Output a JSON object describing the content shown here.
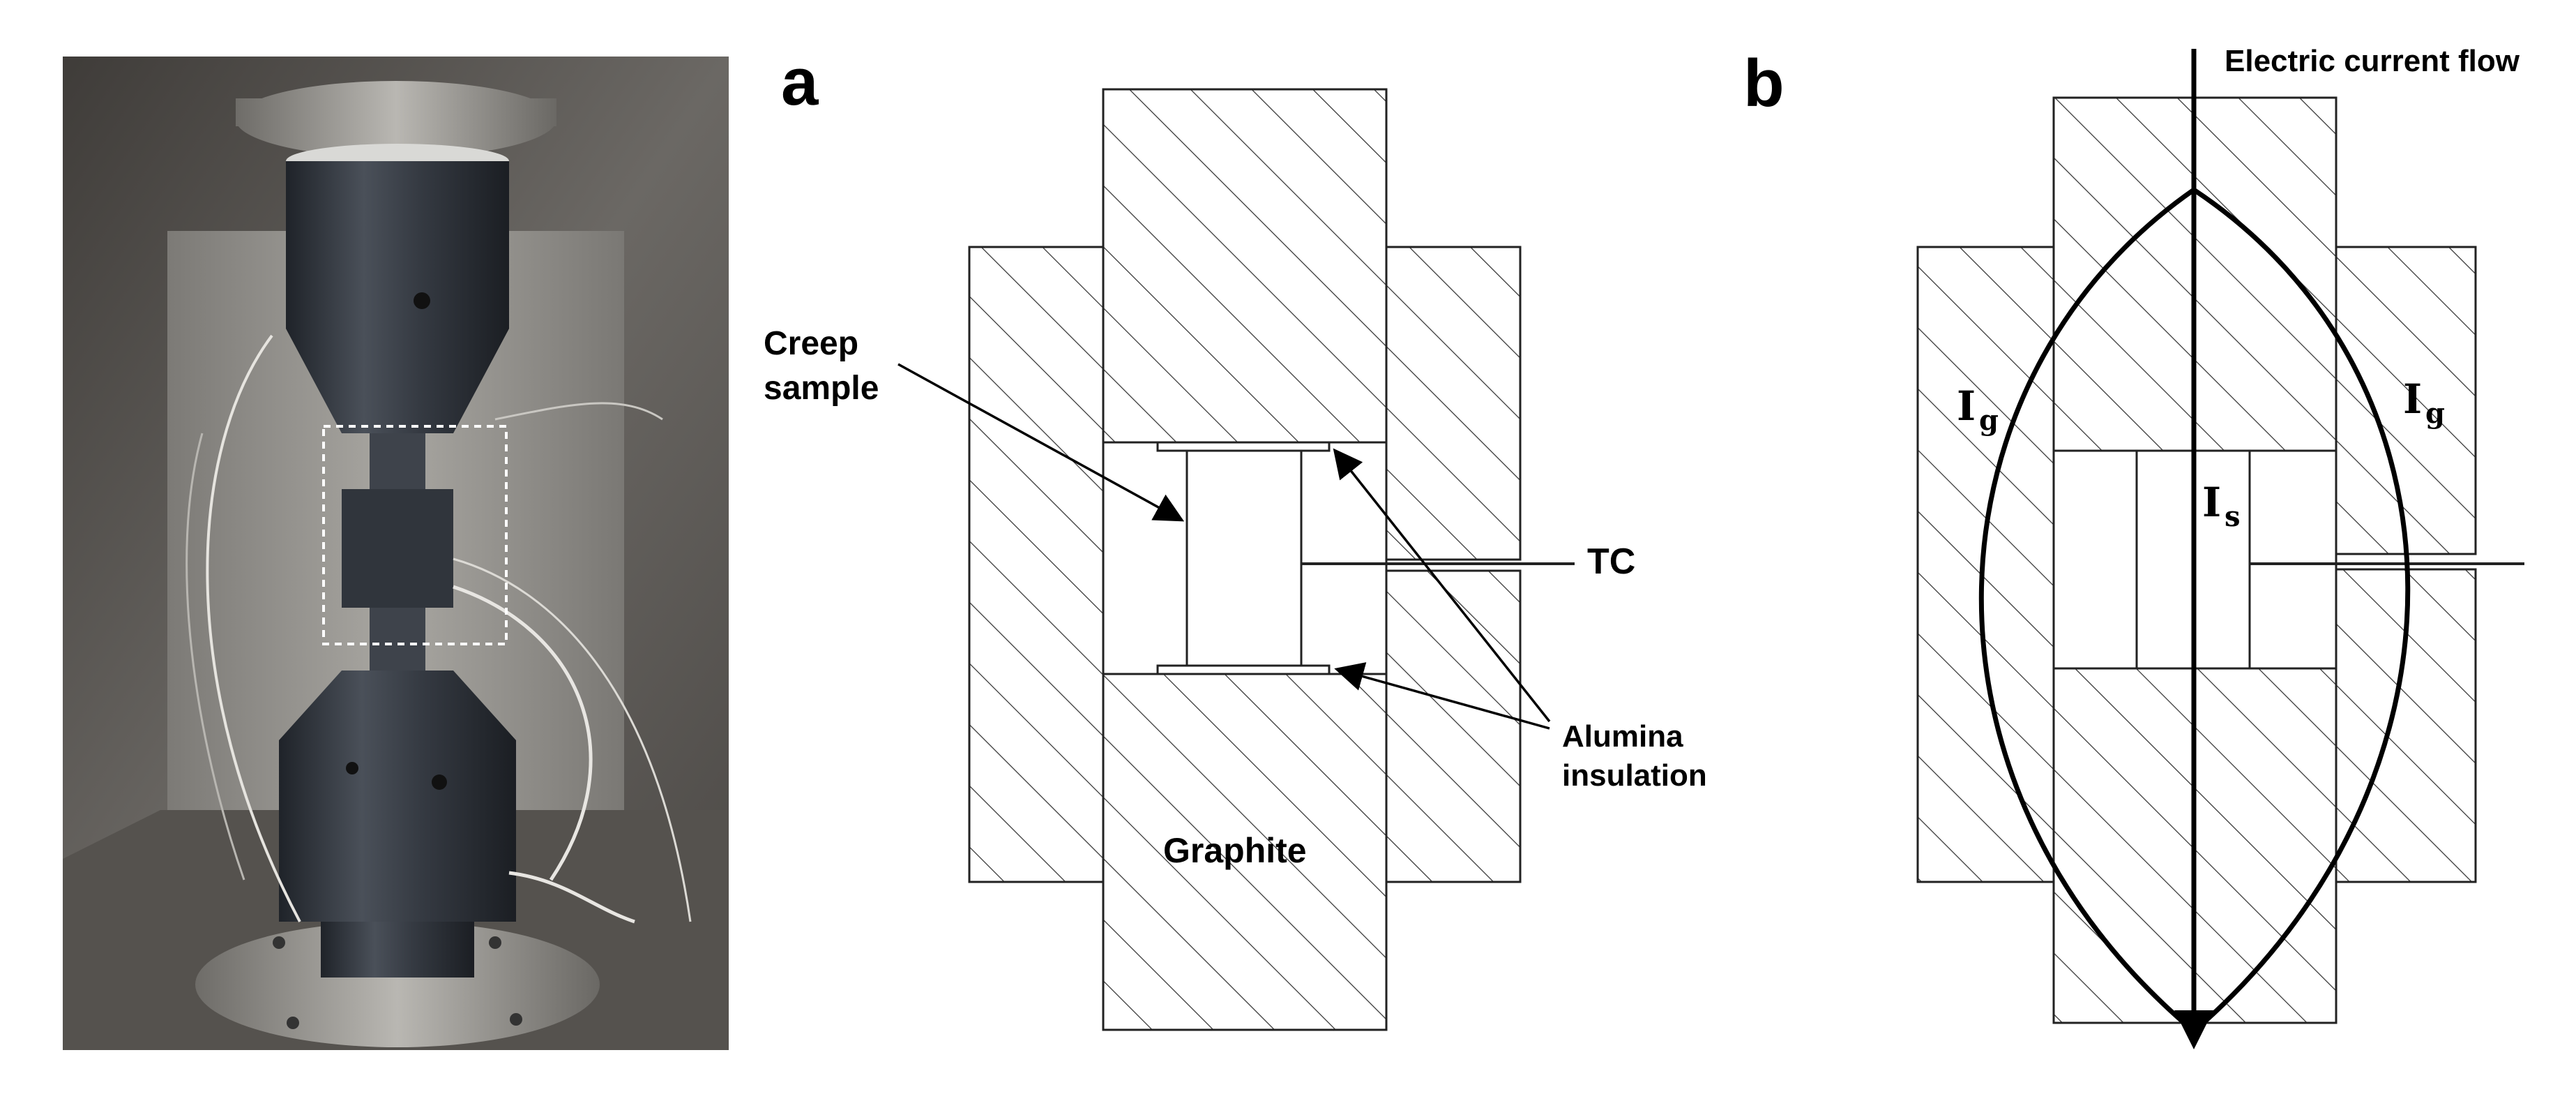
{
  "photo": {
    "description_icon": "creep-test-rig-photo"
  },
  "panel_a": {
    "letter": "a",
    "labels": {
      "creep_sample_line1": "Creep",
      "creep_sample_line2": "sample",
      "tc": "TC",
      "alumina_line1": "Alumina",
      "alumina_line2": "insulation",
      "graphite": "Graphite"
    }
  },
  "panel_b": {
    "letter": "b",
    "labels": {
      "current_flow": "Electric current flow",
      "ig_left_main": "I",
      "ig_left_sub": "g",
      "ig_right_main": "I",
      "ig_right_sub": "g",
      "is_main": "I",
      "is_sub": "s"
    }
  },
  "colors": {
    "line": "#222222",
    "hatch": "#333333",
    "photo_bg": "#5a5753",
    "chamber_back": "#8c8a86",
    "fixture_dark": "#2c3037",
    "fixture_mid": "#3b4048",
    "plate": "#9a9894",
    "dashed_box": "#ffffff"
  }
}
